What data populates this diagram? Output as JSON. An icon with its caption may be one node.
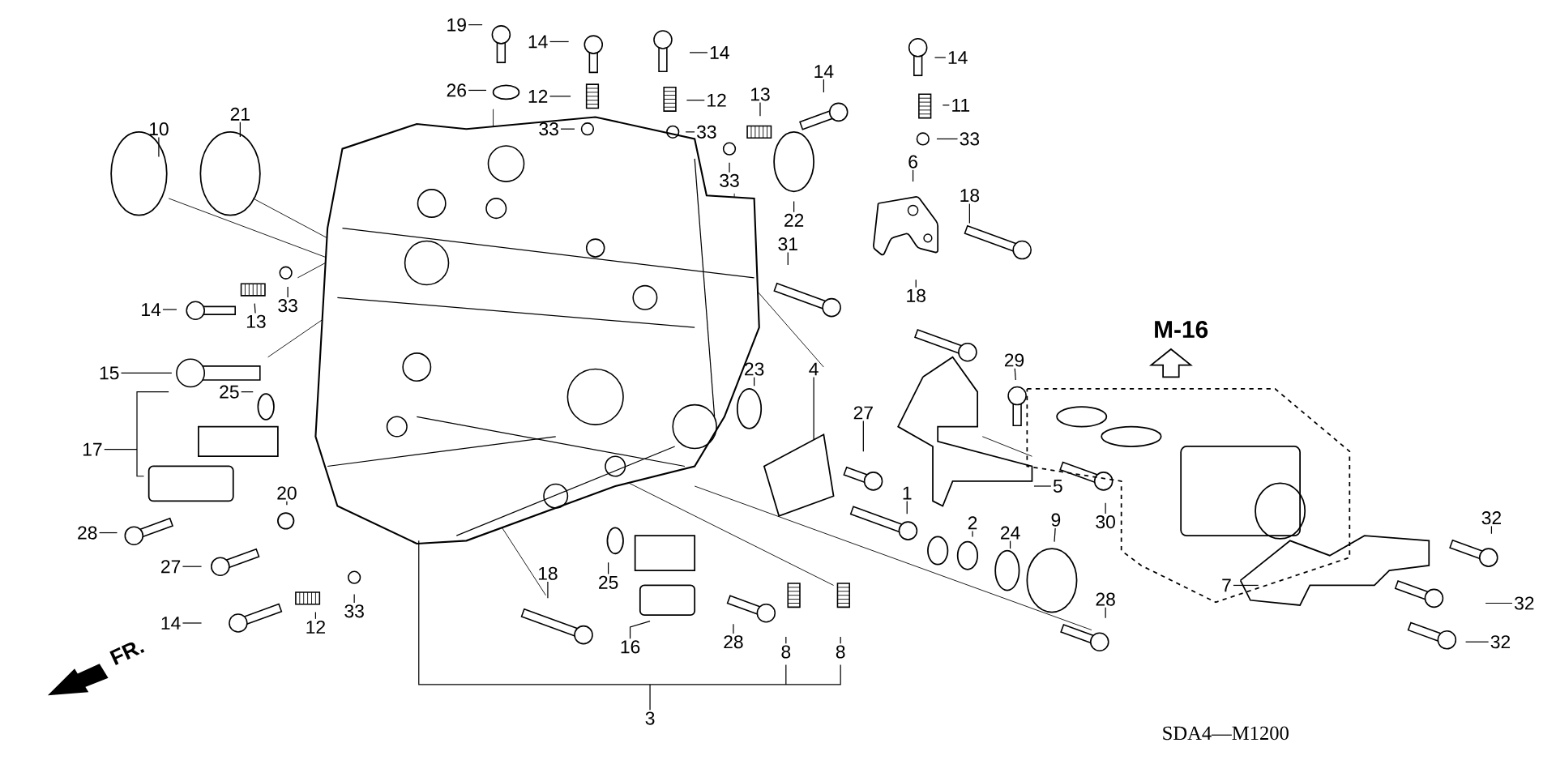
{
  "diagram": {
    "nodes": [
      {
        "text": [
          "19"
        ]
      },
      {
        "text": [
          "14"
        ]
      },
      {
        "text": [
          "14"
        ]
      },
      {
        "text": [
          "14"
        ]
      },
      {
        "text": [
          "14"
        ]
      },
      {
        "text": [
          "26"
        ]
      },
      {
        "text": [
          "12"
        ]
      },
      {
        "text": [
          "12"
        ]
      },
      {
        "text": [
          "13"
        ]
      },
      {
        "text": [
          "11"
        ]
      },
      {
        "text": [
          "10"
        ]
      },
      {
        "text": [
          "21"
        ]
      },
      {
        "text": [
          "33"
        ]
      },
      {
        "text": [
          "33"
        ]
      },
      {
        "text": [
          "33"
        ]
      },
      {
        "text": [
          "33"
        ]
      },
      {
        "text": [
          "22"
        ]
      },
      {
        "text": [
          "6"
        ]
      },
      {
        "text": [
          "14"
        ]
      },
      {
        "text": [
          "13"
        ]
      },
      {
        "text": [
          "33"
        ]
      },
      {
        "text": [
          "31"
        ]
      },
      {
        "text": [
          "18"
        ]
      },
      {
        "text": [
          "18"
        ]
      },
      {
        "text": [
          "15"
        ]
      },
      {
        "text": [
          "29"
        ]
      },
      {
        "text": [
          "23"
        ]
      },
      {
        "text": [
          "4"
        ]
      },
      {
        "text": [
          "27"
        ]
      },
      {
        "text": [
          "1"
        ]
      },
      {
        "text": [
          "5"
        ]
      },
      {
        "text": [
          "30"
        ]
      },
      {
        "text": [
          "25"
        ]
      },
      {
        "text": [
          "17"
        ]
      },
      {
        "text": [
          "20"
        ]
      },
      {
        "text": [
          "28"
        ]
      },
      {
        "text": [
          "27"
        ]
      },
      {
        "text": [
          "14"
        ]
      },
      {
        "text": [
          "12"
        ]
      },
      {
        "text": [
          "33"
        ]
      },
      {
        "text": [
          "18"
        ]
      },
      {
        "text": [
          "25"
        ]
      },
      {
        "text": [
          "16"
        ]
      },
      {
        "text": [
          "28"
        ]
      },
      {
        "text": [
          "8"
        ]
      },
      {
        "text": [
          "8"
        ]
      },
      {
        "text": [
          "3"
        ]
      },
      {
        "text": [
          "2"
        ]
      },
      {
        "text": [
          "24"
        ]
      },
      {
        "text": [
          "9"
        ]
      },
      {
        "text": [
          "28"
        ]
      },
      {
        "text": [
          "7"
        ]
      },
      {
        "text": [
          "32"
        ]
      },
      {
        "text": [
          "32"
        ]
      },
      {
        "text": [
          "32"
        ]
      }
    ],
    "edges": [
      {
        "from": 0,
        "to": null,
        "arrow": "none"
      },
      {
        "from": 1,
        "to": null,
        "arrow": "none"
      },
      {
        "from": 2,
        "to": null,
        "arrow": "none"
      },
      {
        "from": 3,
        "to": null,
        "arrow": "none"
      },
      {
        "from": 4,
        "to": null,
        "arrow": "none"
      },
      {
        "from": 5,
        "to": null,
        "arrow": "none"
      },
      {
        "from": 6,
        "to": null,
        "arrow": "none"
      },
      {
        "from": 7,
        "to": null,
        "arrow": "none"
      },
      {
        "from": 8,
        "to": null,
        "arrow": "none"
      },
      {
        "from": 9,
        "to": null,
        "arrow": "none"
      },
      {
        "from": 10,
        "to": null,
        "arrow": "none"
      },
      {
        "from": 11,
        "to": null,
        "arrow": "none"
      },
      {
        "from": 12,
        "to": null,
        "arrow": "none"
      },
      {
        "from": 13,
        "to": null,
        "arrow": "none"
      },
      {
        "from": 14,
        "to": null,
        "arrow": "none"
      },
      {
        "from": 15,
        "to": null,
        "arrow": "none"
      },
      {
        "from": 16,
        "to": null,
        "arrow": "none"
      },
      {
        "from": 17,
        "to": null,
        "arrow": "none"
      },
      {
        "from": 18,
        "to": null,
        "arrow": "none"
      },
      {
        "from": 19,
        "to": null,
        "arrow": "none"
      },
      {
        "from": 20,
        "to": null,
        "arrow": "none"
      },
      {
        "from": 21,
        "to": null,
        "arrow": "none"
      },
      {
        "from": 22,
        "to": null,
        "arrow": "none"
      },
      {
        "from": 23,
        "to": null,
        "arrow": "none"
      },
      {
        "from": 24,
        "to": null,
        "arrow": "none"
      },
      {
        "from": 25,
        "to": null,
        "arrow": "none"
      },
      {
        "from": 26,
        "to": null,
        "arrow": "none"
      },
      {
        "from": 27,
        "to": null,
        "arrow": "none"
      },
      {
        "from": 28,
        "to": null,
        "arrow": "none"
      },
      {
        "from": 29,
        "to": null,
        "arrow": "none"
      },
      {
        "from": 30,
        "to": null,
        "arrow": "none"
      },
      {
        "from": 31,
        "to": null,
        "arrow": "none"
      },
      {
        "from": 32,
        "to": null,
        "arrow": "none"
      },
      {
        "from": 33,
        "to": null,
        "arrow": "none"
      },
      {
        "from": 34,
        "to": null,
        "arrow": "none"
      },
      {
        "from": 35,
        "to": null,
        "arrow": "none"
      },
      {
        "from": 36,
        "to": null,
        "arrow": "none"
      },
      {
        "from": 37,
        "to": null,
        "arrow": "none"
      },
      {
        "from": 38,
        "to": null,
        "arrow": "none"
      },
      {
        "from": 39,
        "to": null,
        "arrow": "none"
      },
      {
        "from": 40,
        "to": null,
        "arrow": "none"
      },
      {
        "from": 41,
        "to": null,
        "arrow": "none"
      },
      {
        "from": 42,
        "to": null,
        "arrow": "none"
      },
      {
        "from": 43,
        "to": null,
        "arrow": "none"
      },
      {
        "from": 44,
        "to": null,
        "arrow": "none"
      },
      {
        "from": 45,
        "to": null,
        "arrow": "none"
      },
      {
        "from": 46,
        "to": null,
        "arrow": "none"
      },
      {
        "from": 47,
        "to": null,
        "arrow": "none"
      },
      {
        "from": 48,
        "to": null,
        "arrow": "none"
      },
      {
        "from": 49,
        "to": null,
        "arrow": "none"
      },
      {
        "from": 50,
        "to": null,
        "arrow": "none"
      },
      {
        "from": 51,
        "to": null,
        "arrow": "none"
      },
      {
        "from": 52,
        "to": null,
        "arrow": "none"
      },
      {
        "from": 53,
        "to": null,
        "arrow": "none"
      },
      {
        "from": 54,
        "to": null,
        "arrow": "none"
      }
    ],
    "labels": [
      "M-16",
      "FR.",
      "SDA4—M1200"
    ]
  }
}
